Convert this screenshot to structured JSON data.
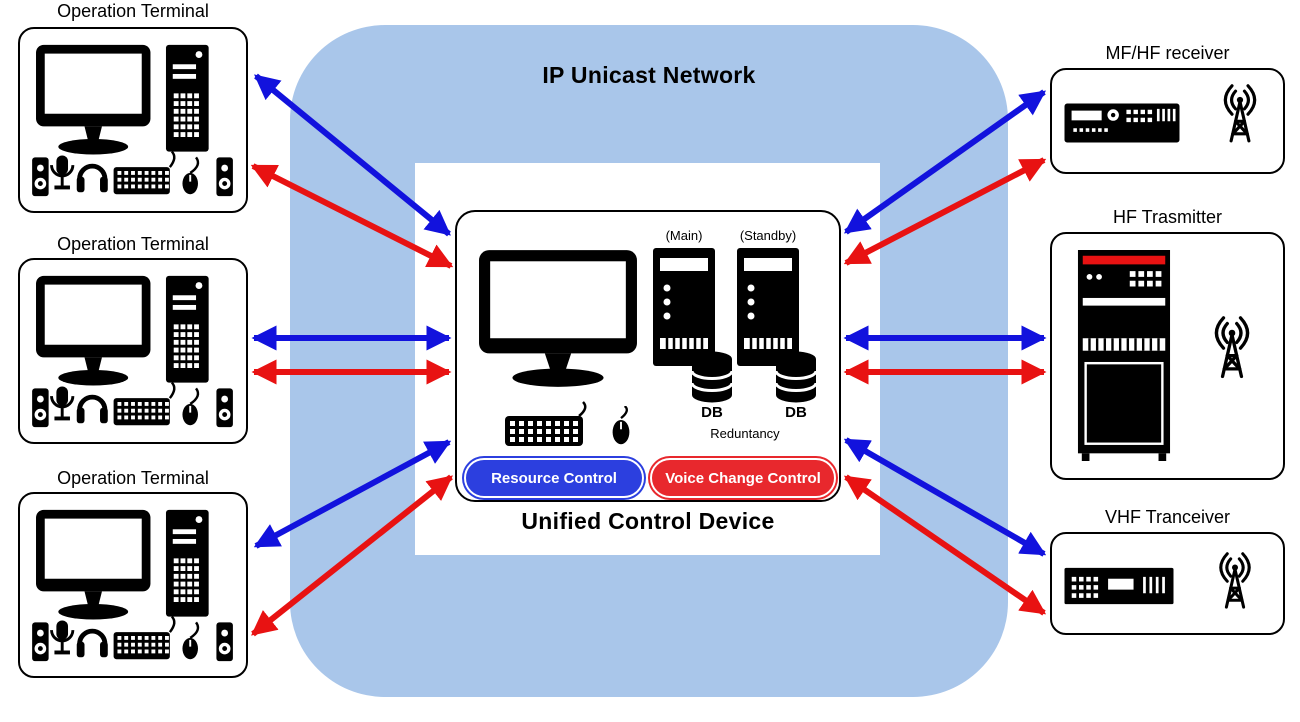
{
  "network": {
    "title": "IP Unicast Network"
  },
  "control_device": {
    "title": "Unified Control Device",
    "main_label": "(Main)",
    "standby_label": "(Standby)",
    "db_label_main": "DB",
    "db_label_standby": "DB",
    "redundancy_label": "Reduntancy",
    "resource_button": "Resource Control",
    "voice_button": "Voice Change Control"
  },
  "terminals": [
    {
      "label": "Operation Terminal"
    },
    {
      "label": "Operation Terminal"
    },
    {
      "label": "Operation Terminal"
    }
  ],
  "radio_equipment": [
    {
      "label": "MF/HF receiver"
    },
    {
      "label": "HF Trasmitter"
    },
    {
      "label": "VHF Tranceiver"
    }
  ],
  "colors": {
    "network_bg": "#a9c6ea",
    "arrow_blue": "#1212dd",
    "arrow_red": "#e81212",
    "resource_button_bg": "#2c3fdf",
    "voice_button_bg": "#e8282d"
  }
}
